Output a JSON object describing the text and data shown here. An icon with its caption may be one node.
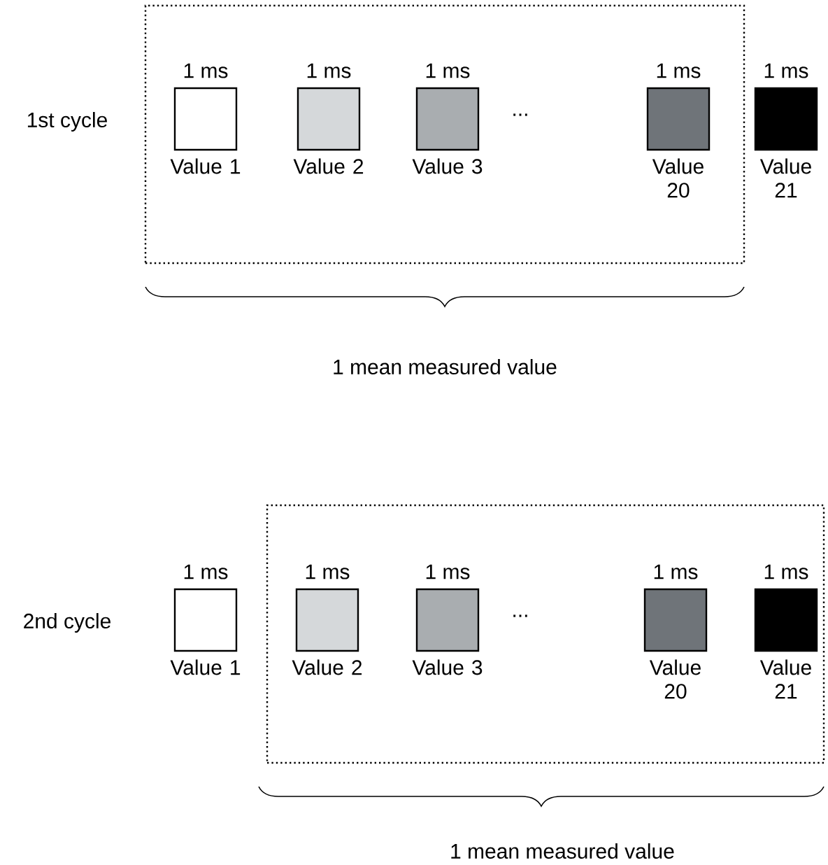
{
  "diagram": {
    "nodes": [
      {
        "text": [],
        "shape": "box"
      },
      {
        "text": [
          "1 ms",
          "Value 1"
        ],
        "in": 0
      },
      {
        "text": [
          "1 ms",
          "Value 2"
        ],
        "in": 0
      },
      {
        "text": [
          "1 ms",
          "Value 3"
        ],
        "in": 0
      },
      {
        "text": [
          "1 ms",
          "Value 20"
        ],
        "in": 0
      },
      {
        "text": [
          "1 ms",
          "Value 21"
        ]
      },
      {
        "text": [],
        "shape": "box"
      },
      {
        "text": [
          "1 ms",
          "Value 1"
        ]
      },
      {
        "text": [
          "1 ms",
          "Value 2"
        ],
        "in": 6
      },
      {
        "text": [
          "1 ms",
          "Value 3"
        ],
        "in": 6
      },
      {
        "text": [
          "1 ms",
          "Value 20"
        ],
        "in": 6
      },
      {
        "text": [
          "1 ms",
          "Value 21"
        ],
        "in": 6
      }
    ],
    "labels": [
      "1st cycle",
      "...",
      "1 mean measured value",
      "2nd cycle",
      "...",
      "1 mean measured value"
    ]
  }
}
